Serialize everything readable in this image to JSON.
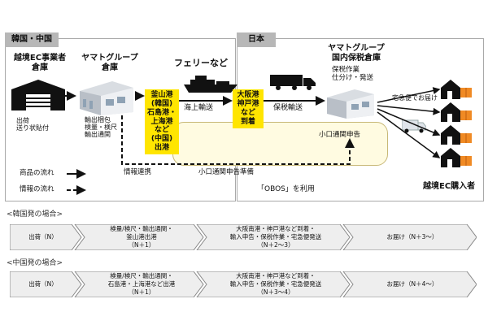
{
  "regions": {
    "korea_china": "韓国・中国",
    "japan": "日本"
  },
  "nodes": {
    "ec_seller": "越境EC事業者\n倉庫",
    "yamato_warehouse": "ヤマトグループ\n倉庫",
    "ferry": "フェリーなど",
    "yamato_bonded": "ヤマトグループ\n国内保税倉庫",
    "buyer": "越境EC購入者"
  },
  "notes": {
    "seller_ops": "出荷\n送り状貼付",
    "warehouse_ops": "輸出梱包\n検量・検尺\n輸出通関",
    "bonded_ops": "保税作業\n仕分け・発送",
    "delivery": "宅急便でお届け",
    "sea_transport": "海上輸送",
    "bonded_transport": "保税輸送",
    "info_link": "情報連携",
    "small_customs_declaration": "小口通関申告",
    "small_customs_prep": "小口通関申告準備",
    "obos": "「OBOS」を利用"
  },
  "ports": {
    "origin": "釜山港\n(韓国)\n石島港・\n上海港\nなど\n(中国)\n出港",
    "destination": "大阪港\n神戸港\nなど\n到着"
  },
  "legend": {
    "goods_flow": "商品の流れ",
    "info_flow": "情報の流れ"
  },
  "timelines": [
    {
      "title": "<韓国発の場合>",
      "steps": [
        "出荷（N）",
        "検量/検尺・輸出通関・\n釜山港出港\n（N＋1）",
        "大阪南港・神戸港など到着・\n輸入申告・保税作業・宅急便発送\n（N＋2～3）",
        "お届け（N＋3～）"
      ]
    },
    {
      "title": "<中国発の場合>",
      "steps": [
        "出荷（N）",
        "検量/検尺・輸出通関・\n石島港・上海港など出港\n（N＋1）",
        "大阪南港・神戸港など到着・\n輸入申告・保税作業・宅急便発送\n（N＋3～4）",
        "お届け（N＋4～）"
      ]
    }
  ],
  "colors": {
    "port_fill": "#ffe500",
    "clearance_zone": "#fffbe1",
    "region_tab": "#b7b7b7",
    "parcel": "#f08a24"
  }
}
